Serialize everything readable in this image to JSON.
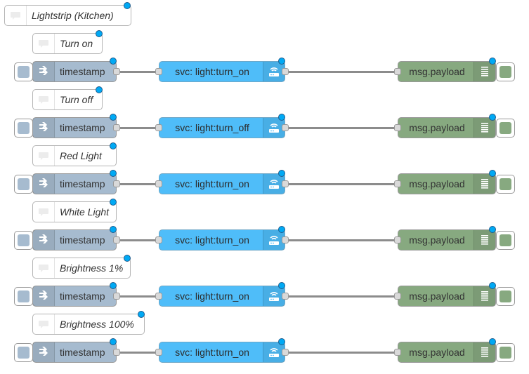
{
  "flow": {
    "title_comment": "Lightstrip (Kitchen)",
    "rows": [
      {
        "comment": "Turn on",
        "inject_label": "timestamp",
        "service_label": "svc: light:turn_on",
        "debug_label": "msg.payload"
      },
      {
        "comment": "Turn off",
        "inject_label": "timestamp",
        "service_label": "svc: light:turn_off",
        "debug_label": "msg.payload"
      },
      {
        "comment": "Red Light",
        "inject_label": "timestamp",
        "service_label": "svc: light:turn_on",
        "debug_label": "msg.payload"
      },
      {
        "comment": "White Light",
        "inject_label": "timestamp",
        "service_label": "svc: light:turn_on",
        "debug_label": "msg.payload"
      },
      {
        "comment": "Brightness 1%",
        "inject_label": "timestamp",
        "service_label": "svc: light:turn_on",
        "debug_label": "msg.payload"
      },
      {
        "comment": "Brightness 100%",
        "inject_label": "timestamp",
        "service_label": "svc: light:turn_on",
        "debug_label": "msg.payload"
      }
    ]
  },
  "colors": {
    "inject": "#a6bbcf",
    "service": "#4fbdf9",
    "debug": "#87a980",
    "changed_dot": "#00a9f4",
    "wire": "#8c8c8c"
  },
  "icons": {
    "comment": "comment-icon",
    "inject": "inject-arrow-icon",
    "service": "router-icon",
    "debug": "debug-bars-icon"
  }
}
